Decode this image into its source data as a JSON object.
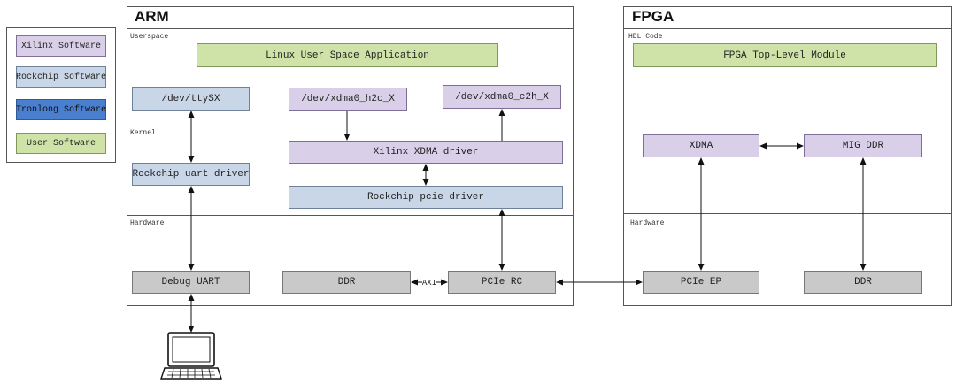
{
  "legend": {
    "items": [
      {
        "label": "Xilinx Software",
        "color": "#d9cfe8"
      },
      {
        "label": "Rockchip Software",
        "color": "#c9d6e8"
      },
      {
        "label": "Tronlong Software",
        "color": "#4a7fd0"
      },
      {
        "label": "User Software",
        "color": "#cfe2a8"
      }
    ]
  },
  "arm": {
    "title": "ARM",
    "sections": {
      "userspace": "Userspace",
      "kernel": "Kernel",
      "hardware": "Hardware"
    },
    "boxes": {
      "linux_app": "Linux User Space Application",
      "dev_tty": "/dev/ttySX",
      "dev_h2c": "/dev/xdma0_h2c_X",
      "dev_c2h": "/dev/xdma0_c2h_X",
      "uart_driver": "Rockchip uart driver",
      "xdma_driver": "Xilinx XDMA driver",
      "pcie_driver": "Rockchip pcie driver",
      "debug_uart": "Debug UART",
      "ddr": "DDR",
      "pcie_rc": "PCIe RC"
    },
    "axi_label": "AXI"
  },
  "fpga": {
    "title": "FPGA",
    "sections": {
      "hdl": "HDL Code",
      "hardware": "Hardware"
    },
    "boxes": {
      "top_module": "FPGA Top-Level Module",
      "xdma": "XDMA",
      "mig_ddr": "MIG DDR",
      "pcie_ep": "PCIe EP",
      "ddr": "DDR"
    }
  },
  "icons": {
    "computer": "computer-icon"
  }
}
